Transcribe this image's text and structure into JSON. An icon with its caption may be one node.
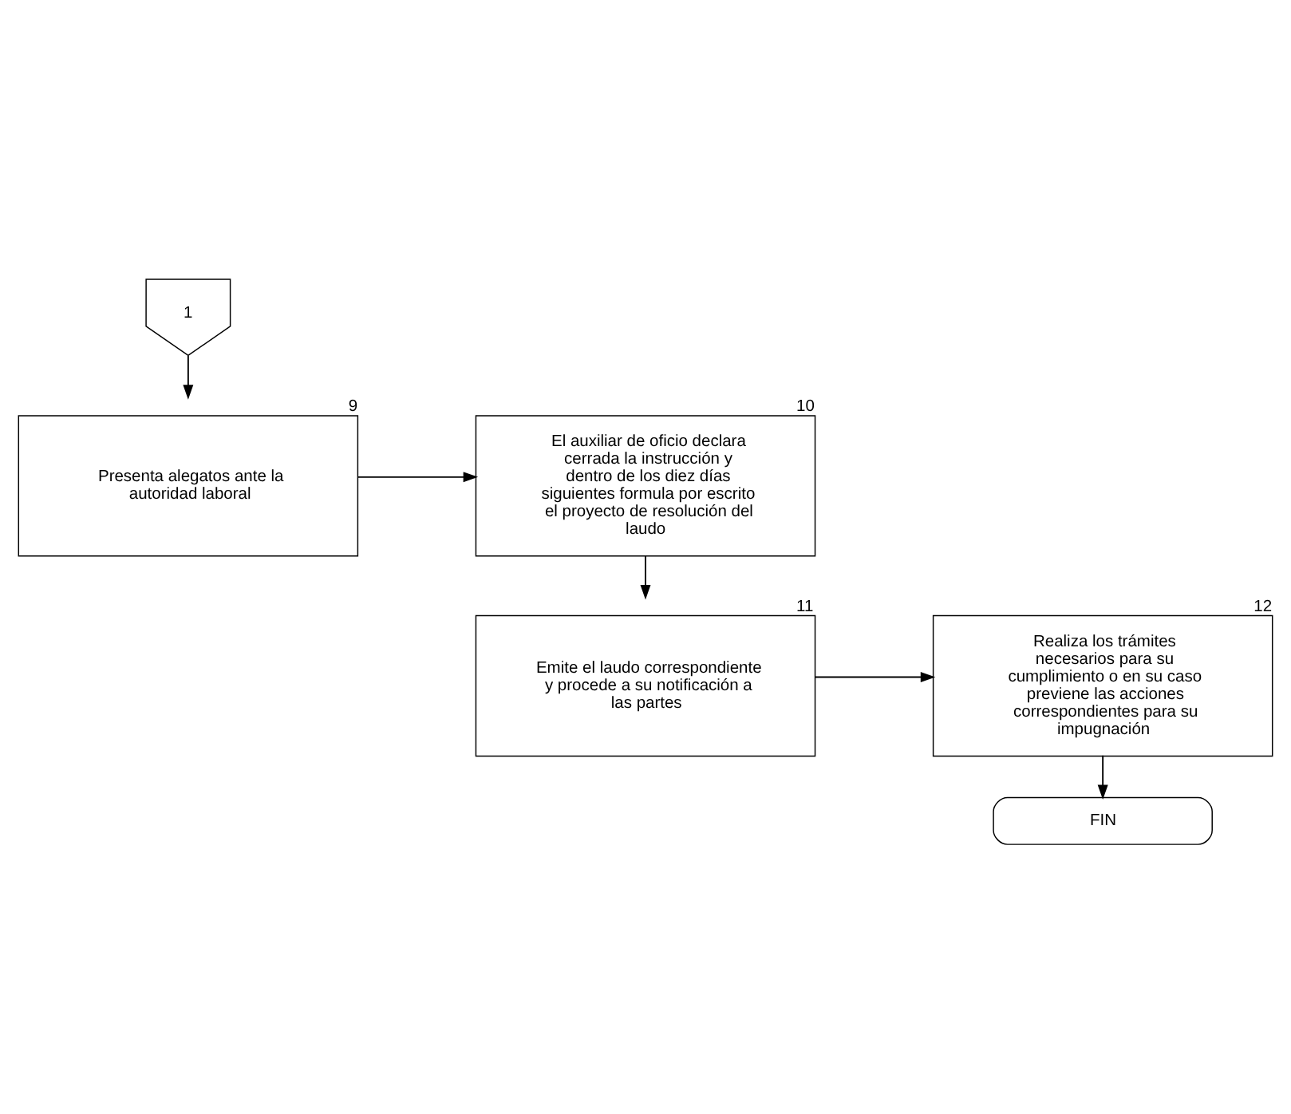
{
  "diagram": {
    "nodes": [
      {
        "text": [
          "1"
        ]
      },
      {
        "text": [
          "Presenta alegatos ante la autoridad laboral"
        ],
        "beside": [
          "9"
        ]
      },
      {
        "text": [
          "El auxiliar de oficio declara cerrada la instrucción y dentro de los diez días siguientes formula por escrito el proyecto de resolución del laudo"
        ],
        "beside": [
          "10"
        ]
      },
      {
        "text": [
          "Emite el laudo correspondiente y procede a su notificación a las partes"
        ],
        "beside": [
          "11"
        ]
      },
      {
        "text": [
          "Realiza los trámites necesarios para su cumplimiento o en su caso previene las acciones correspondientes para su impugnación"
        ],
        "beside": [
          "12"
        ]
      },
      {
        "text": [
          "FIN"
        ]
      }
    ],
    "edges": [
      {
        "from": 0,
        "to": 1,
        "arrow": "to"
      },
      {
        "from": 1,
        "to": 2,
        "arrow": "to"
      },
      {
        "from": 2,
        "to": 3,
        "arrow": "to"
      },
      {
        "from": 3,
        "to": 4,
        "arrow": "to"
      },
      {
        "from": 4,
        "to": 5,
        "arrow": "to"
      }
    ]
  }
}
